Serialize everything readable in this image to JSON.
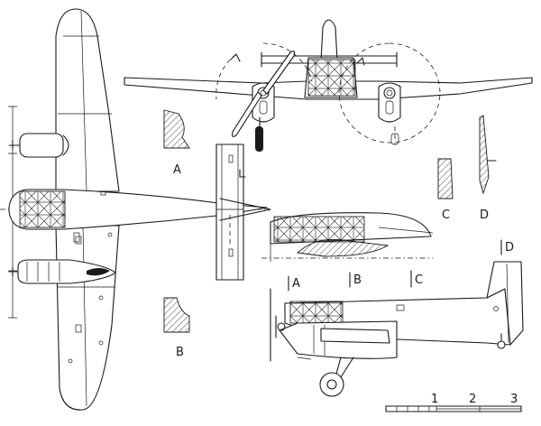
{
  "section_labels": {
    "a": "A",
    "b": "B",
    "c": "C",
    "d": "D"
  },
  "section_markers": {
    "a": "A",
    "b": "B",
    "c": "C",
    "d": "D"
  },
  "scale_bar": {
    "tick_labels": [
      "1",
      "2",
      "3"
    ]
  }
}
